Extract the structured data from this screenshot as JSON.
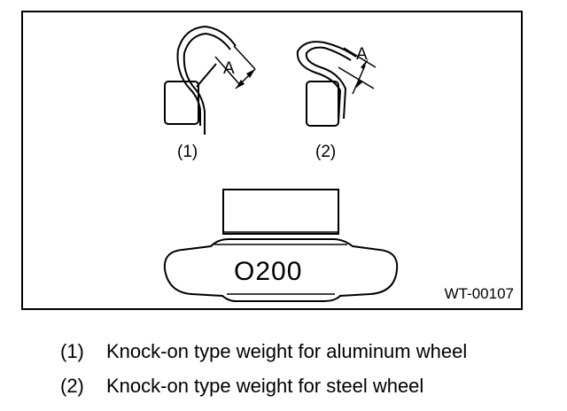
{
  "figure": {
    "dimension_label": "A",
    "item1_marker": "(1)",
    "item2_marker": "(2)",
    "weight_stamp": "O200",
    "figure_code": "WT-00107"
  },
  "legend": {
    "items": [
      {
        "marker": "(1)",
        "text": "Knock-on type weight for aluminum wheel"
      },
      {
        "marker": "(2)",
        "text": "Knock-on type weight for steel wheel"
      }
    ]
  }
}
